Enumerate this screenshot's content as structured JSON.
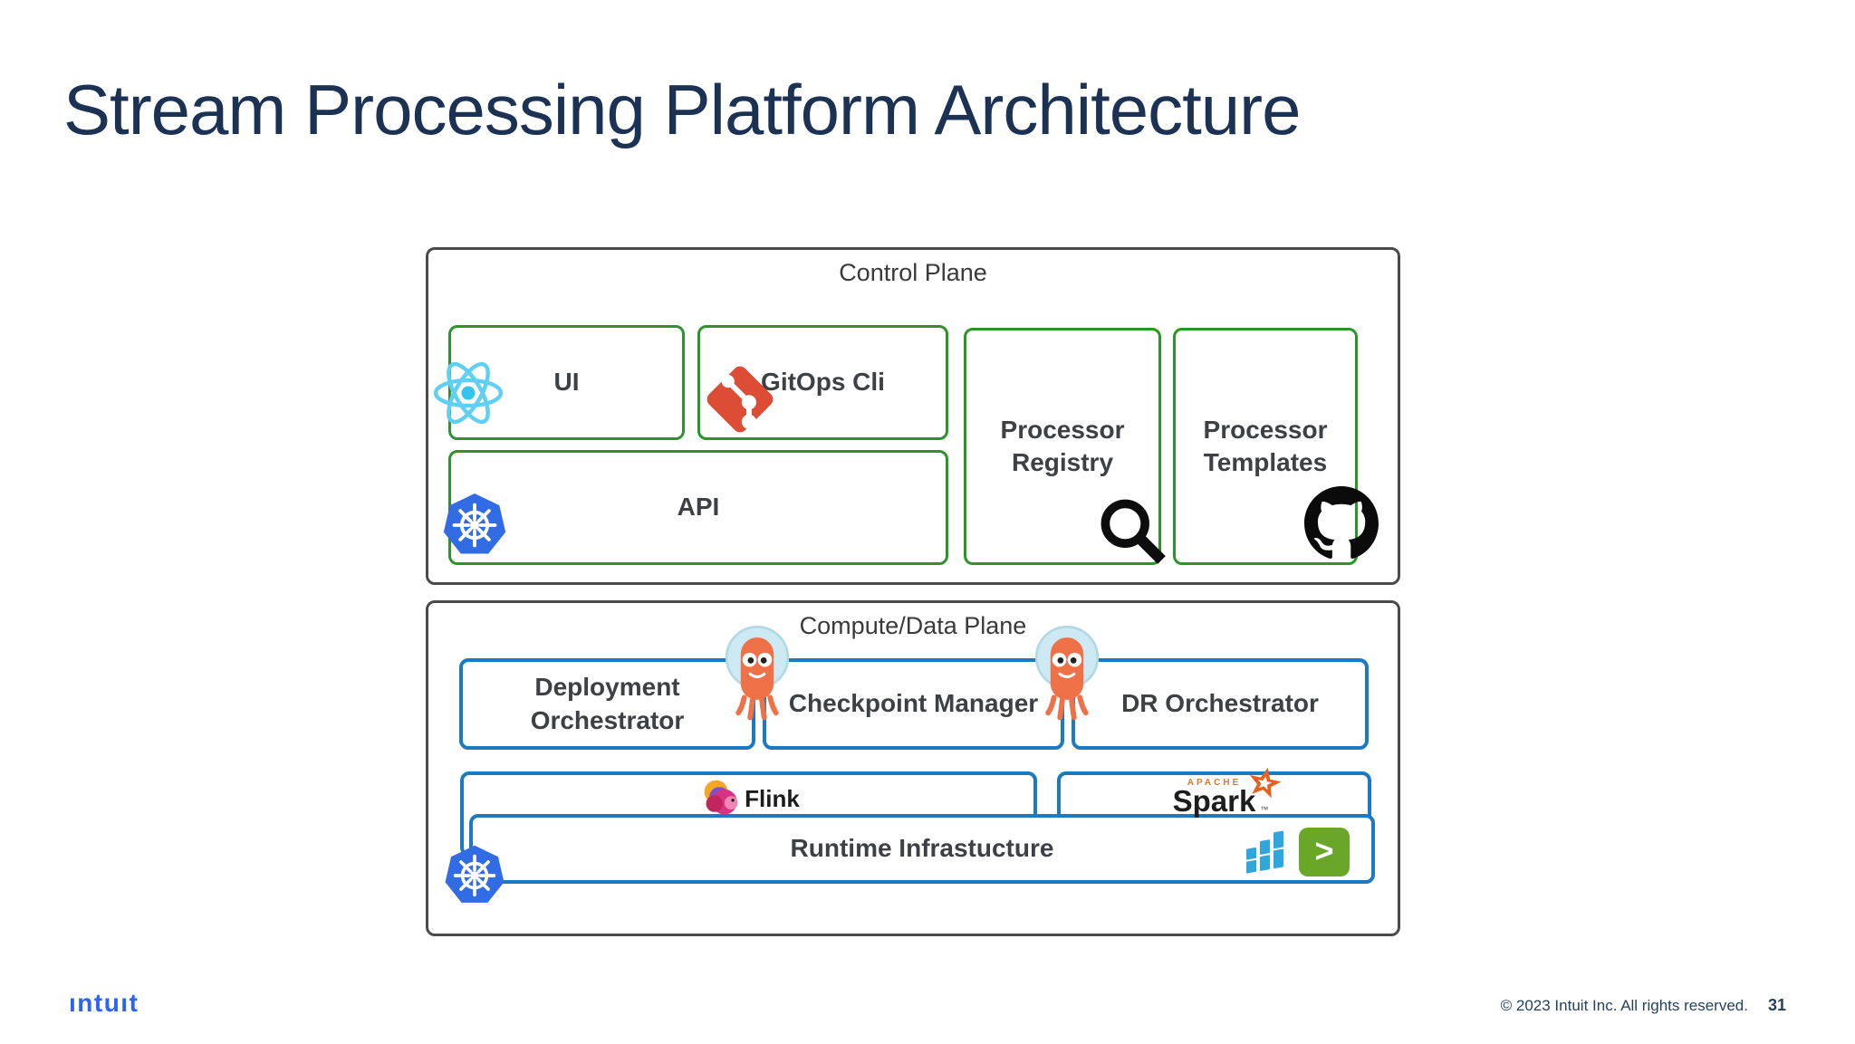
{
  "title": "Stream Processing Platform Architecture",
  "control_plane": {
    "label": "Control Plane",
    "ui_label": "UI",
    "gitops_label": "GitOps Cli",
    "api_label": "API",
    "registry_label": "Processor Registry",
    "templates_label": "Processor Templates"
  },
  "compute_plane": {
    "label": "Compute/Data Plane",
    "deployment_label": "Deployment Orchestrator",
    "checkpoint_label": "Checkpoint Manager",
    "dr_label": "DR Orchestrator",
    "flink_label": "Flink",
    "spark_apache": "APACHE",
    "spark_label": "Spark",
    "spark_tm": "™",
    "runtime_label": "Runtime Infrastucture"
  },
  "footer": {
    "logo_text": "ıntuıt",
    "copyright": "© 2023 Intuit Inc. All rights reserved.",
    "page_number": "31"
  },
  "icons": {
    "react": "react-atom-icon",
    "git": "git-branch-diamond-icon",
    "kubernetes": "kubernetes-wheel-icon",
    "search": "magnifier-icon",
    "github": "github-octocat-icon",
    "argo": "argo-octopus-icon",
    "flink": "flink-squirrel-icon",
    "spark_star": "spark-star-icon",
    "compute_tiles": "blue-tiles-icon",
    "terminal": "green-terminal-icon",
    "terminal_glyph": ">"
  },
  "colors": {
    "title_navy": "#1c3254",
    "green_border": "#2a9627",
    "blue_border": "#1b7ac2",
    "outer_border": "#4a4a4a",
    "intuit_blue": "#2c63f0",
    "kubernetes_blue": "#326ce5",
    "git_red": "#dd4c35",
    "react_cyan": "#5fd0f3",
    "argo_orange": "#ee7148",
    "spark_orange": "#e8601c",
    "terminal_green": "#6aa728",
    "tiles_blue": "#2fa7dd"
  }
}
